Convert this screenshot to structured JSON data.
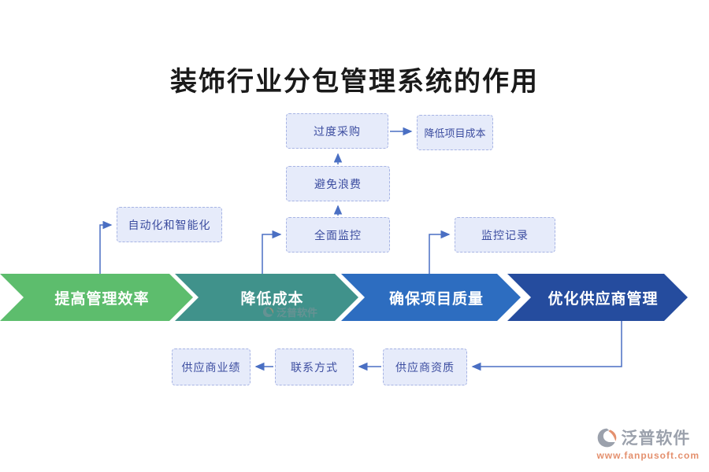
{
  "title": "装饰行业分包管理系统的作用",
  "chevrons": [
    {
      "label": "提高管理效率",
      "color": "#5dbd6d"
    },
    {
      "label": "降低成本",
      "color": "#40928b"
    },
    {
      "label": "确保项目质量",
      "color": "#2d6dc0"
    },
    {
      "label": "优化供应商管理",
      "color": "#254c9e"
    }
  ],
  "nodes": {
    "automation": "自动化和智能化",
    "full_monitoring": "全面监控",
    "avoid_waste": "避免浪费",
    "over_purchase": "过度采购",
    "reduce_project_cost": "降低项目成本",
    "monitoring_record": "监控记录",
    "supplier_performance": "供应商业绩",
    "contact_info": "联系方式",
    "supplier_qualification": "供应商资质"
  },
  "watermark": {
    "brand": "泛普软件",
    "url": "www.fanpusoft.com"
  },
  "colors": {
    "node_bg": "#e6ebfa",
    "node_border": "#a7b4e4",
    "node_text": "#3c4da0",
    "connector": "#4a6fc3",
    "title_text": "#1a1a1a",
    "watermark_brand": "#9ba1ac",
    "watermark_url": "#e4906e"
  }
}
